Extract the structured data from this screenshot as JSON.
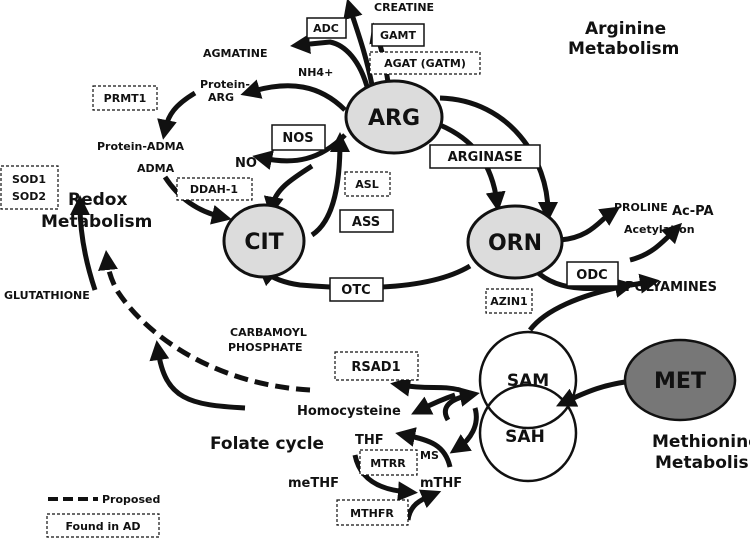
{
  "title": "Arginine Metabolism",
  "nodes": {
    "arg": "ARG",
    "cit": "CIT",
    "orn": "ORN",
    "sam": "SAM",
    "sah": "SAH",
    "met": "MET"
  },
  "enzymes_solid": {
    "adc": "ADC",
    "gamt": "GAMT",
    "nos": "NOS",
    "ass": "ASS",
    "arginase": "ARGINASE",
    "otc": "OTC",
    "odc": "ODC"
  },
  "enzymes_found_in_ad": {
    "agat": "AGAT (GATM)",
    "prmt1": "PRMT1",
    "ddah1": "DDAH-1",
    "asl": "ASL",
    "sod1": "SOD1",
    "sod2": "SOD2",
    "azin1": "AZIN1",
    "rsad1": "RSAD1",
    "mtrr": "MTRR",
    "mthfr": "MTHFR"
  },
  "metabolites": {
    "creatine": "CREATINE",
    "agmatine": "AGMATINE",
    "nh4": "NH4+",
    "protein_arg_1": "Protein-",
    "protein_arg_2": "ARG",
    "protein_adma": "Protein-ADMA",
    "adma": "ADMA",
    "no": "NO",
    "proline": "PROLINE",
    "acetylation": "Acetylation",
    "ac_pa": "Ac-PA",
    "polyamines": "POLYAMINES",
    "carbamoyl": "CARBAMOYL",
    "phosphate": "PHOSPHATE",
    "glutathione": "GLUTATHIONE",
    "homocysteine": "Homocysteine",
    "thf": "THF",
    "ms": "MS",
    "methf": "meTHF",
    "mthf": "mTHF"
  },
  "section_labels": {
    "arginine_1": "Arginine",
    "arginine_2": "Metabolism",
    "redox_1": "Redox",
    "redox_2": "Metabolism",
    "folate": "Folate cycle",
    "methionine_1": "Methionine",
    "methionine_2": "Metabolism"
  },
  "legend": {
    "proposed": "Proposed",
    "found_in_ad": "Found in AD"
  },
  "colors": {
    "node_fill": "#dcdcdc",
    "met_fill": "#777777",
    "ink": "#111111"
  }
}
